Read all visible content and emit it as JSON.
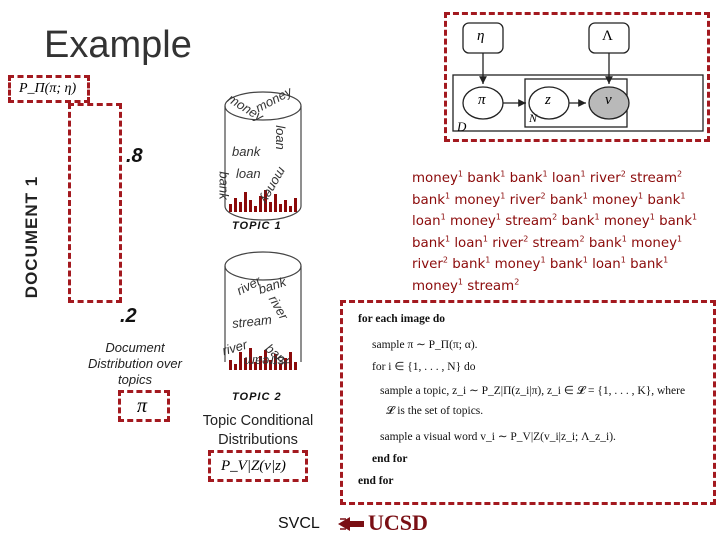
{
  "slide": {
    "title": "Example",
    "document_label": "DOCUMENT 1",
    "weight_top": ".8",
    "weight_bottom": ".2",
    "doc_caption_line1": "Document",
    "doc_caption_line2": "Distribution over",
    "doc_caption_line3": "topics",
    "pi_symbol": "π",
    "prior_formula": "P_Π(π; η)",
    "topic1_label": "TOPIC 1",
    "topic2_label": "TOPIC 2",
    "tcd_line1": "Topic Conditional",
    "tcd_line2": "Distributions",
    "pvz_formula": "P_V|Z(v|z)",
    "footer_lab": "SVCL",
    "footer_school": "UCSD"
  },
  "topic1_words": [
    "money",
    "money",
    "loan",
    "bank",
    "loan",
    "bank",
    "money"
  ],
  "topic2_words": [
    "river",
    "bank",
    "river",
    "stream",
    "river",
    "bank",
    "stream"
  ],
  "graphical_model": {
    "eta": "η",
    "lambda": "Λ",
    "pi": "π",
    "z": "z",
    "v": "v",
    "plate_outer": "D",
    "plate_inner": "N"
  },
  "word_stream": [
    {
      "w": "money",
      "t": "1"
    },
    {
      "w": "bank",
      "t": "1"
    },
    {
      "w": "bank",
      "t": "1"
    },
    {
      "w": "loan",
      "t": "1"
    },
    {
      "w": "river",
      "t": "2"
    },
    {
      "w": "stream",
      "t": "2"
    },
    {
      "w": "bank",
      "t": "1"
    },
    {
      "w": "money",
      "t": "1"
    },
    {
      "w": "river",
      "t": "2"
    },
    {
      "w": "bank",
      "t": "1"
    },
    {
      "w": "money",
      "t": "1"
    },
    {
      "w": "bank",
      "t": "1"
    },
    {
      "w": "loan",
      "t": "1"
    },
    {
      "w": "money",
      "t": "1"
    },
    {
      "w": "stream",
      "t": "2"
    },
    {
      "w": "bank",
      "t": "1"
    },
    {
      "w": "money",
      "t": "1"
    },
    {
      "w": "bank",
      "t": "1"
    },
    {
      "w": "bank",
      "t": "1"
    },
    {
      "w": "loan",
      "t": "1"
    },
    {
      "w": "river",
      "t": "2"
    },
    {
      "w": "stream",
      "t": "2"
    },
    {
      "w": "bank",
      "t": "1"
    },
    {
      "w": "money",
      "t": "1"
    },
    {
      "w": "river",
      "t": "2"
    },
    {
      "w": "bank",
      "t": "1"
    },
    {
      "w": "money",
      "t": "1"
    },
    {
      "w": "bank",
      "t": "1"
    },
    {
      "w": "loan",
      "t": "1"
    },
    {
      "w": "bank",
      "t": "1"
    },
    {
      "w": "money",
      "t": "1"
    },
    {
      "w": "stream",
      "t": "2"
    }
  ],
  "algorithm": {
    "line1": "for each image do",
    "line2": "sample π ∼ P_Π(π; α).",
    "line3": "for i ∈ {1, . . . , N} do",
    "line4": "sample a topic, z_i ∼ P_Z|Π(z_i|π), z_i ∈ 𝓛 = {1, . . . , K}, where",
    "line5": "𝓛 is the set of topics.",
    "line6": "sample a visual word v_i ∼ P_V|Z(v_i|z_i; Λ_z_i).",
    "line7": "end for",
    "line8": "end for"
  },
  "colors": {
    "accent": "#a3191f",
    "word_text": "#8b0a0a",
    "bars": "#8b0a0a",
    "node_fill_observed": "#b9b9b9"
  }
}
